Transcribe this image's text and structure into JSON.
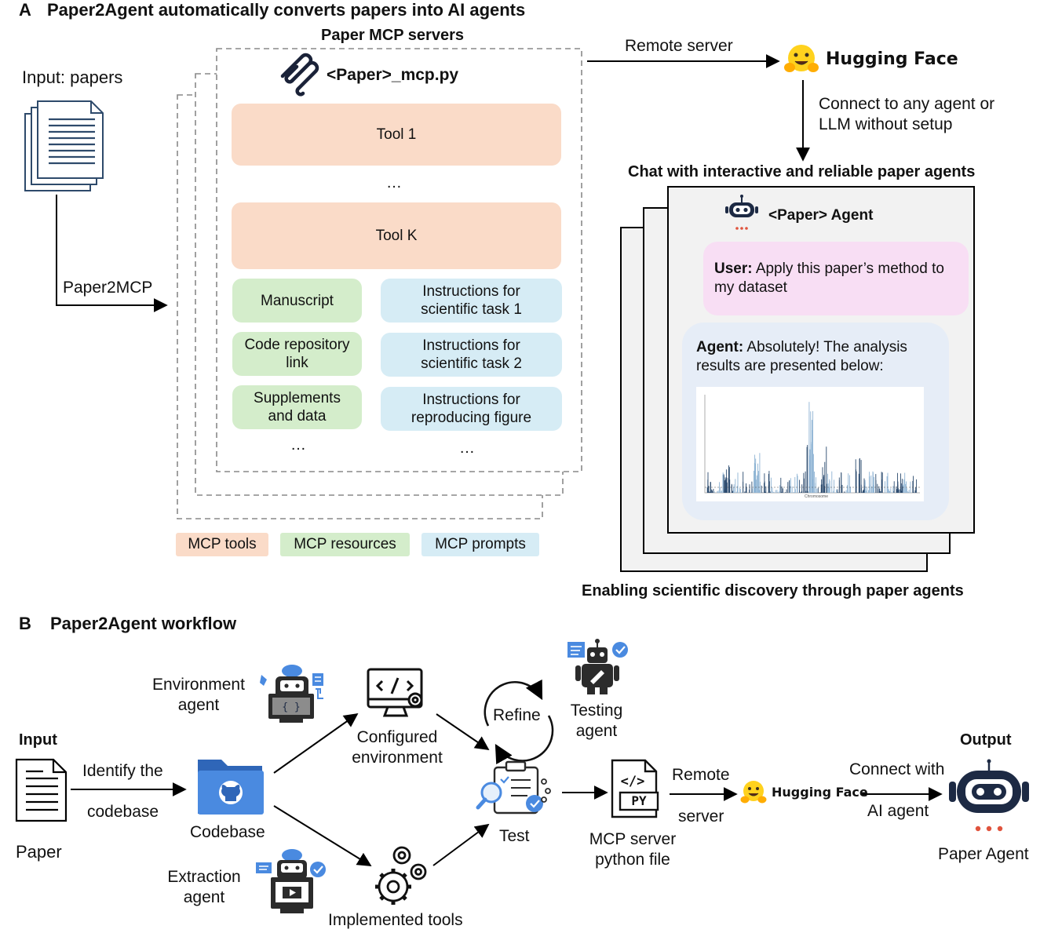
{
  "panel_a": {
    "letter": "A",
    "title": "Paper2Agent automatically converts papers into AI agents",
    "input_label": "Input: papers",
    "paper2mcp_label": "Paper2MCP",
    "servers_title": "Paper MCP servers",
    "mcp_file": "<Paper>_mcp.py",
    "tool1": "Tool 1",
    "tool_ellipsis": "…",
    "toolk": "Tool K",
    "resources": [
      "Manuscript",
      "Code repository link",
      "Supplements and data"
    ],
    "prompts": [
      "Instructions for scientific task 1",
      "Instructions for scientific task 2",
      "Instructions for reproducing figure"
    ],
    "ellipsis": "…",
    "legend": {
      "tools": "MCP tools",
      "resources": "MCP resources",
      "prompts": "MCP prompts"
    },
    "remote_server": "Remote server",
    "hugging_face": "Hugging Face",
    "connect_text": "Connect to any agent or LLM without setup",
    "chat_title": "Chat with interactive and reliable paper agents",
    "agent_title": "<Paper> Agent",
    "user_prefix": "User:",
    "user_message": "Apply this paper’s method to my dataset",
    "agent_prefix": "Agent:",
    "agent_message": "Absolutely! The analysis results are presented below:",
    "chart_xlabel": "Chromosome",
    "bottom_caption": "Enabling scientific discovery through paper agents"
  },
  "panel_b": {
    "letter": "B",
    "title": "Paper2Agent workflow",
    "input": "Input",
    "paper": "Paper",
    "identify": "Identify the",
    "codebase_word": "codebase",
    "codebase": "Codebase",
    "env_agent": "Environment agent",
    "configured": "Configured environment",
    "extraction_agent": "Extraction agent",
    "implemented": "Implemented tools",
    "refine": "Refine",
    "testing_agent": "Testing agent",
    "test": "Test",
    "mcp_file": "MCP server python file",
    "py_label": "PY",
    "remote": "Remote",
    "server": "server",
    "hugging_face": "Hugging Face",
    "connect_with": "Connect with",
    "ai_agent": "AI agent",
    "output": "Output",
    "paper_agent": "Paper Agent"
  },
  "colors": {
    "tool": "#fadbc8",
    "resource": "#d4edcb",
    "prompt": "#d6ecf5",
    "user_bubble": "#f8def4",
    "agent_bubble": "#e6edf7",
    "manhattan_dark": "#2b4a6e",
    "manhattan_light": "#8fb4d4",
    "folder_blue": "#3d7bd4",
    "hf_yellow": "#ffc83d",
    "robot_navy": "#1d2a44"
  },
  "icons": [
    "document-stack-icon",
    "mcp-logo-icon",
    "hugging-face-icon",
    "robot-icon",
    "monitor-code-icon",
    "github-folder-icon",
    "gears-icon",
    "refine-cycle-icon",
    "clipboard-test-icon",
    "python-file-icon",
    "paper-document-icon"
  ]
}
